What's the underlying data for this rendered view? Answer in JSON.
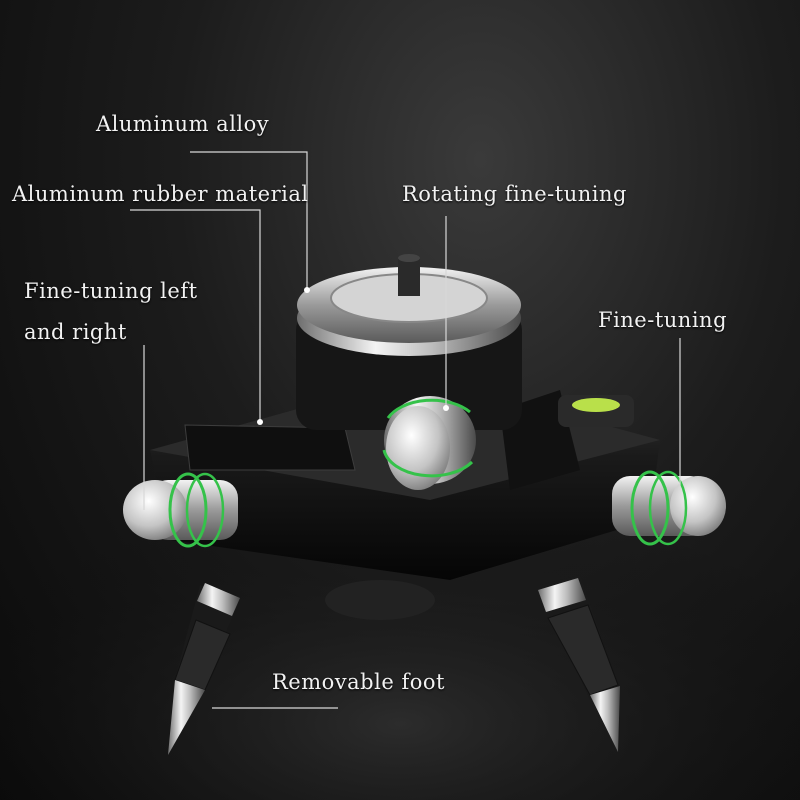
{
  "labels": {
    "aluminum_alloy": "Aluminum alloy",
    "aluminum_rubber": "Aluminum rubber material",
    "rotating_fine_tuning": "Rotating fine-tuning",
    "fine_tuning_left_line1": "Fine-tuning left",
    "fine_tuning_left_line2": "and right",
    "fine_tuning": "Fine-tuning",
    "removable_foot": "Removable foot"
  },
  "colors": {
    "background": "#111111",
    "leader_line": "#d8d8d8",
    "arrow_green": "#35c24a",
    "metal": "#c9c9c9",
    "body_black": "#151515",
    "bubble_green": "#b9e04a"
  }
}
